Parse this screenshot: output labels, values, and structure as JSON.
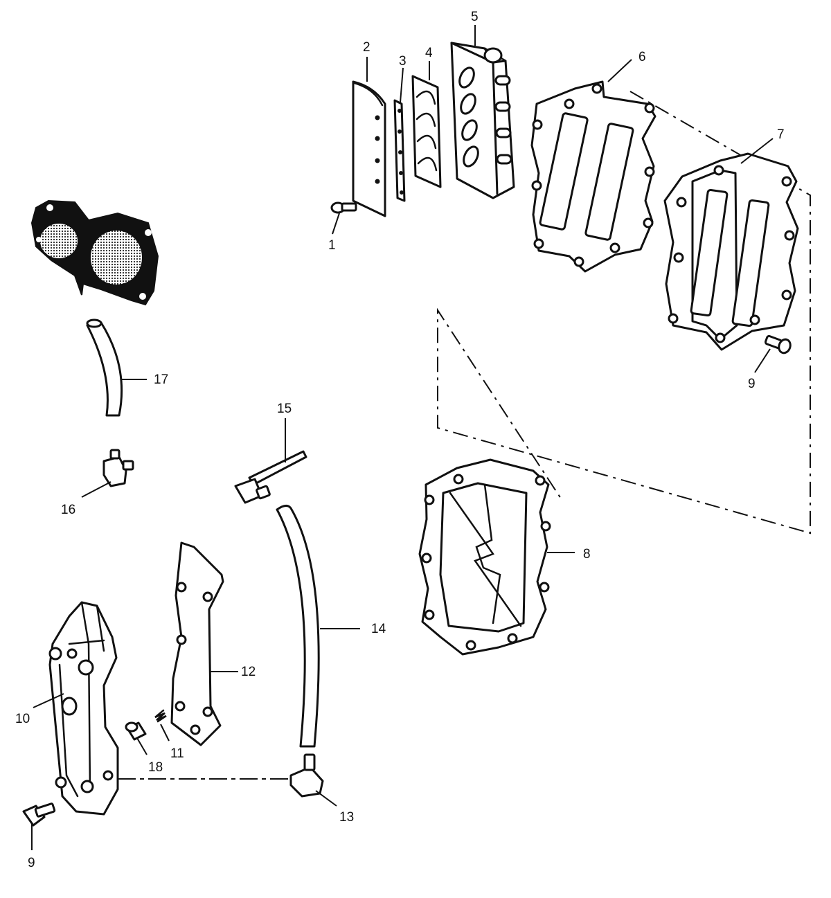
{
  "callouts": [
    {
      "id": "c1",
      "label": "1"
    },
    {
      "id": "c2",
      "label": "2"
    },
    {
      "id": "c3",
      "label": "3"
    },
    {
      "id": "c4",
      "label": "4"
    },
    {
      "id": "c5",
      "label": "5"
    },
    {
      "id": "c6",
      "label": "6"
    },
    {
      "id": "c7",
      "label": "7"
    },
    {
      "id": "c8",
      "label": "8"
    },
    {
      "id": "c9a",
      "label": "9"
    },
    {
      "id": "c9b",
      "label": "9"
    },
    {
      "id": "c10",
      "label": "10"
    },
    {
      "id": "c11",
      "label": "11"
    },
    {
      "id": "c12",
      "label": "12"
    },
    {
      "id": "c13",
      "label": "13"
    },
    {
      "id": "c14",
      "label": "14"
    },
    {
      "id": "c15",
      "label": "15"
    },
    {
      "id": "c16",
      "label": "16"
    },
    {
      "id": "c17",
      "label": "17"
    },
    {
      "id": "c18",
      "label": "18"
    }
  ]
}
